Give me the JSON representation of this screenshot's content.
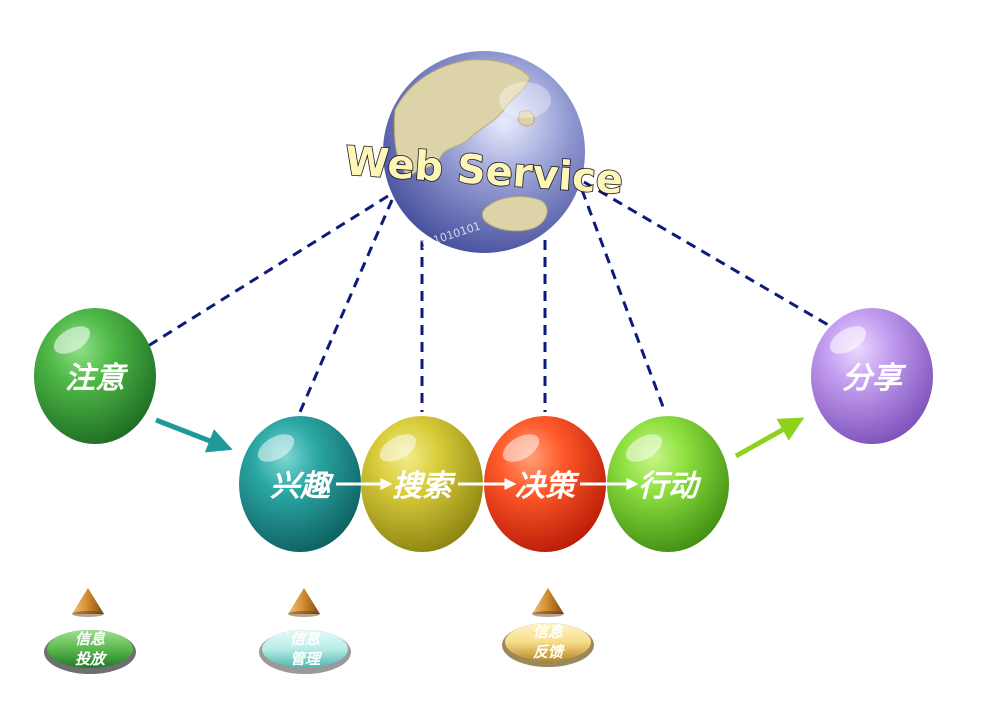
{
  "globe": {
    "label": "Web Service",
    "binary_text": "0101010101",
    "colors": {
      "ocean": "#8f96cf",
      "land": "#ddd3a8",
      "label_fill": "#fdf6b8"
    }
  },
  "nodes": [
    {
      "id": "attention",
      "label": "注意",
      "color_light": "#4fb847",
      "color_dark": "#1c6b22"
    },
    {
      "id": "interest",
      "label": "兴趣",
      "color_light": "#2ba7a4",
      "color_dark": "#0d5e5f"
    },
    {
      "id": "search",
      "label": "搜索",
      "color_light": "#d8cc3a",
      "color_dark": "#8a8210"
    },
    {
      "id": "decision",
      "label": "决策",
      "color_light": "#ff5a2a",
      "color_dark": "#b81a05"
    },
    {
      "id": "action",
      "label": "行动",
      "color_light": "#8ee040",
      "color_dark": "#3f8c12"
    },
    {
      "id": "share",
      "label": "分享",
      "color_light": "#c49ef0",
      "color_dark": "#7a4fb8"
    }
  ],
  "tags": [
    {
      "id": "info-delivery",
      "line1": "信息",
      "line2": "投放",
      "color_light": "#5ab84e",
      "color_dark": "#1f7a27"
    },
    {
      "id": "info-management",
      "line1": "信息",
      "line2": "管理",
      "color_light": "#b8ece6",
      "color_dark": "#4fb5ae"
    },
    {
      "id": "info-feedback",
      "line1": "信息",
      "line2": "反馈",
      "color_light": "#f6dd8a",
      "color_dark": "#b8892a"
    }
  ],
  "colors": {
    "dash_line": "#0d1a7a",
    "arrow_teal": "#1f9a9a",
    "arrow_green": "#8fd21c",
    "arrow_white": "#ffffff",
    "triangle_light": "#e0a24a",
    "triangle_dark": "#7a4a12"
  }
}
